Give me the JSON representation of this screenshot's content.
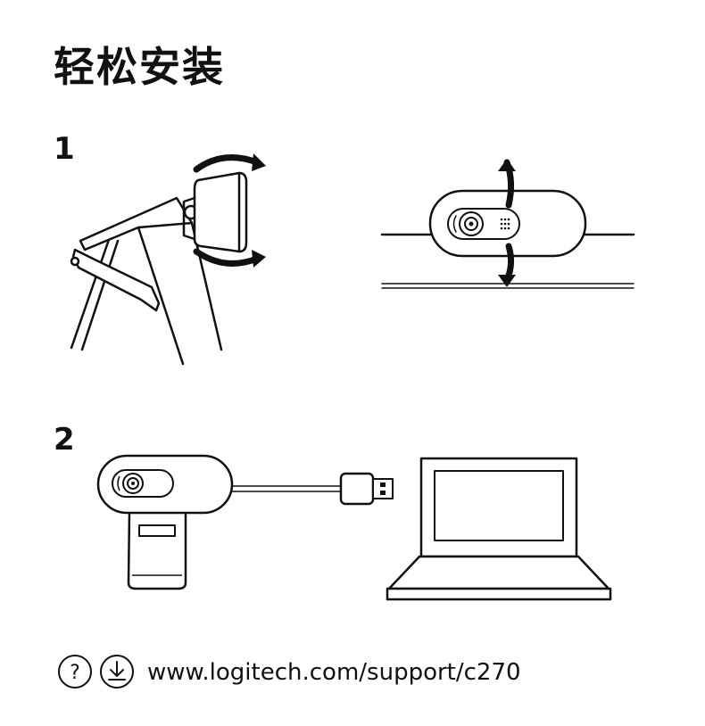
{
  "title": "轻松安装",
  "steps": [
    {
      "number": "1"
    },
    {
      "number": "2"
    }
  ],
  "footer": {
    "help_icon": "question-circle-icon",
    "download_icon": "download-circle-icon",
    "url": "www.logitech.com/support/c270"
  }
}
